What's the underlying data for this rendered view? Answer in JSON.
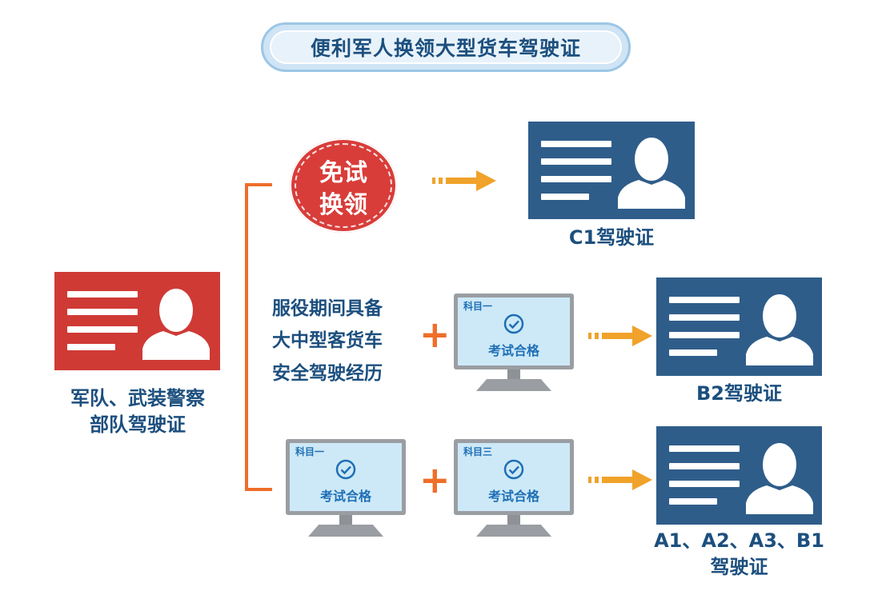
{
  "title": "便利军人换领大型货车驾驶证",
  "source_card": {
    "label_line1": "军队、武装警察",
    "label_line2": "部队驾驶证"
  },
  "branch1": {
    "badge_line1": "免试",
    "badge_line2": "换领",
    "result_label": "C1驾驶证"
  },
  "branch2": {
    "requirement_lines": [
      "服役期间具备",
      "大中型客货车",
      "安全驾驶经历"
    ],
    "plus": "+",
    "exam": {
      "subject": "科目一",
      "status": "考试合格"
    },
    "result_label": "B2驾驶证"
  },
  "branch3": {
    "exam1": {
      "subject": "科目一",
      "status": "考试合格"
    },
    "plus": "+",
    "exam2": {
      "subject": "科目三",
      "status": "考试合格"
    },
    "result_label_line1": "A1、A2、A3、B1",
    "result_label_line2": "驾驶证"
  },
  "colors": {
    "red_card": "#cf3a35",
    "blue_card": "#2f5d8a",
    "accent_orange": "#ee6e2a",
    "arrow_orange": "#f0a22a",
    "text_navy": "#1c4f7e",
    "exam_blue": "#1f6fb5"
  }
}
